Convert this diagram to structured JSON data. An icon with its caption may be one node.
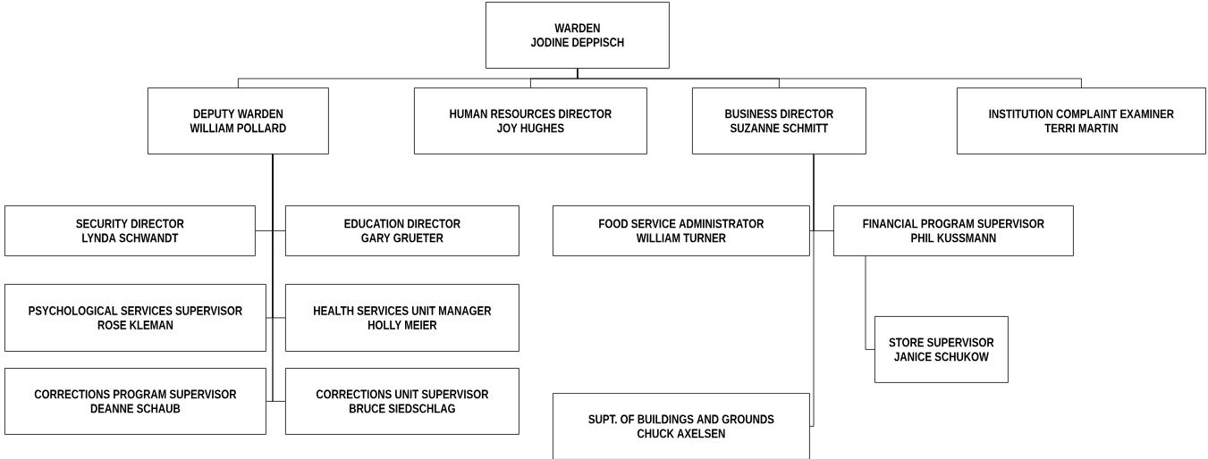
{
  "diagram": {
    "nodes": [
      {
        "text": [
          "WARDEN",
          "JODINE DEPPISCH"
        ]
      },
      {
        "text": [
          "DEPUTY WARDEN",
          "WILLIAM POLLARD"
        ]
      },
      {
        "text": [
          "HUMAN RESOURCES DIRECTOR",
          "JOY HUGHES"
        ]
      },
      {
        "text": [
          "BUSINESS DIRECTOR",
          "SUZANNE SCHMITT"
        ]
      },
      {
        "text": [
          "INSTITUTION COMPLAINT EXAMINER",
          "TERRI MARTIN"
        ]
      },
      {
        "text": [
          "SECURITY DIRECTOR",
          "LYNDA SCHWANDT"
        ]
      },
      {
        "text": [
          "EDUCATION DIRECTOR",
          "GARY GRUETER"
        ]
      },
      {
        "text": [
          "FOOD SERVICE ADMINISTRATOR",
          "WILLIAM TURNER"
        ]
      },
      {
        "text": [
          "FINANCIAL PROGRAM SUPERVISOR",
          "PHIL KUSSMANN"
        ]
      },
      {
        "text": [
          "PSYCHOLOGICAL SERVICES SUPERVISOR",
          "ROSE KLEMAN"
        ]
      },
      {
        "text": [
          "HEALTH SERVICES UNIT MANAGER",
          "HOLLY MEIER"
        ]
      },
      {
        "text": [
          "STORE SUPERVISOR",
          "JANICE SCHUKOW"
        ]
      },
      {
        "text": [
          "CORRECTIONS PROGRAM SUPERVISOR",
          "DEANNE SCHAUB"
        ]
      },
      {
        "text": [
          "CORRECTIONS UNIT SUPERVISOR",
          "BRUCE SIEDSCHLAG"
        ]
      },
      {
        "text": [
          "SUPT. OF BUILDINGS AND GROUNDS",
          "CHUCK AXELSEN"
        ]
      }
    ],
    "edges": [
      {
        "from": 0,
        "to": 1,
        "arrow": "none"
      },
      {
        "from": 0,
        "to": 2,
        "arrow": "none"
      },
      {
        "from": 0,
        "to": 3,
        "arrow": "none"
      },
      {
        "from": 0,
        "to": 4,
        "arrow": "none"
      },
      {
        "from": 1,
        "to": 5,
        "arrow": "none"
      },
      {
        "from": 1,
        "to": 6,
        "arrow": "none"
      },
      {
        "from": 1,
        "to": 9,
        "arrow": "none"
      },
      {
        "from": 1,
        "to": 10,
        "arrow": "none"
      },
      {
        "from": 1,
        "to": 12,
        "arrow": "none"
      },
      {
        "from": 1,
        "to": 13,
        "arrow": "none"
      },
      {
        "from": 3,
        "to": 7,
        "arrow": "none"
      },
      {
        "from": 3,
        "to": 8,
        "arrow": "none"
      },
      {
        "from": 3,
        "to": 14,
        "arrow": "none"
      },
      {
        "from": 8,
        "to": 11,
        "arrow": "none"
      }
    ]
  }
}
